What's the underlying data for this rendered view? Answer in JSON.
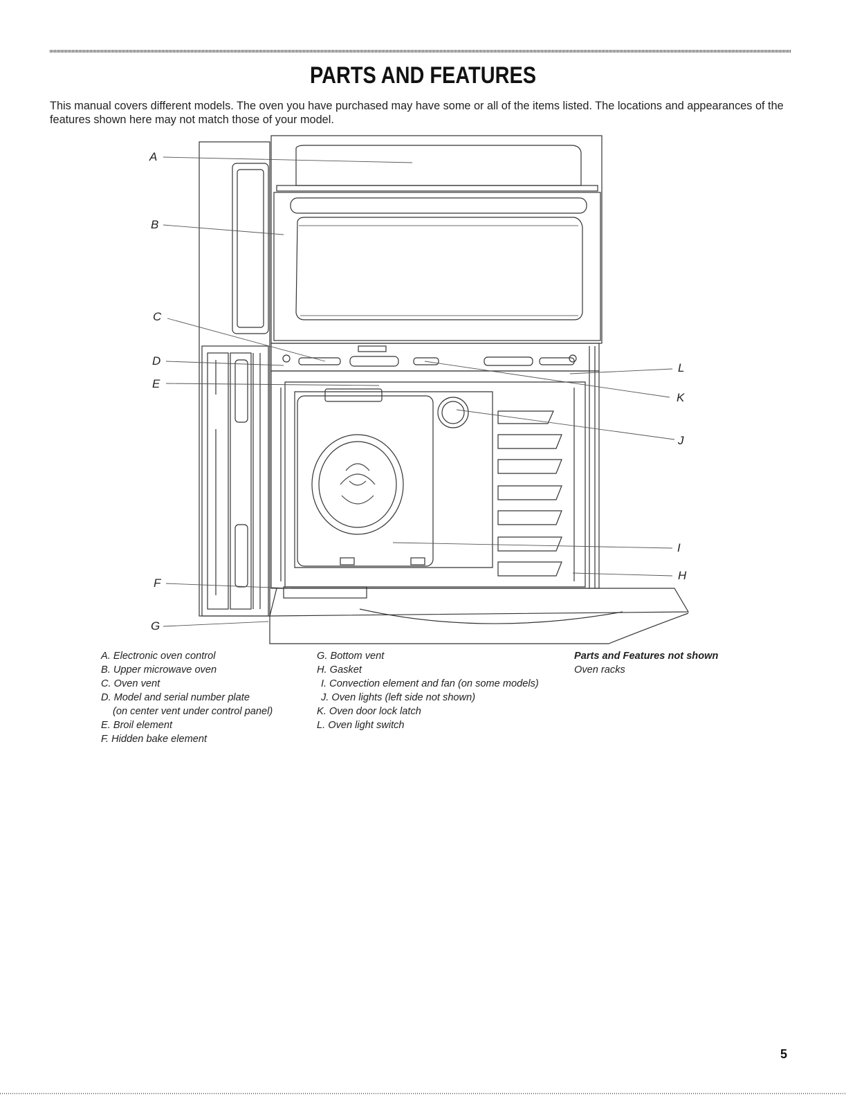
{
  "title": "PARTS AND FEATURES",
  "intro": "This manual covers different models. The oven you have purchased may have some or all of the items listed. The locations and appearances of the features shown here may not match those of your model.",
  "callouts": [
    "A",
    "B",
    "C",
    "D",
    "E",
    "F",
    "G",
    "H",
    "I",
    "J",
    "K",
    "L"
  ],
  "legend": {
    "col1": [
      "A. Electronic oven control",
      "B. Upper microwave oven",
      "C. Oven vent",
      "D. Model and serial number plate",
      "(on center vent under control panel)",
      "E. Broil element",
      "F. Hidden bake element"
    ],
    "col2": [
      "G. Bottom vent",
      "H. Gasket",
      "I. Convection element and fan (on some models)",
      "J. Oven lights (left side not shown)",
      "K. Oven door lock latch",
      "L. Oven light switch"
    ],
    "not_shown_title": "Parts and Features not shown",
    "not_shown_items": [
      "Oven racks"
    ]
  },
  "page_number": "5"
}
